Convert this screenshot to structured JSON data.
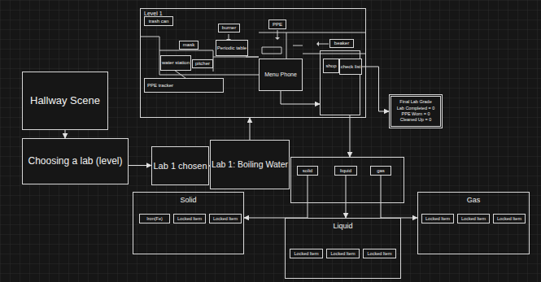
{
  "diagram": {
    "nodes": [
      {
        "text": [
          "Hallway Scene"
        ]
      },
      {
        "text": [
          "Choosing a lab (level)"
        ]
      },
      {
        "text": [
          "Lab 1 chosen"
        ]
      },
      {
        "text": [
          "Lab 1: Boiling Water"
        ]
      },
      {
        "text": [
          "Level 1"
        ]
      },
      {
        "text": [
          "trash can"
        ],
        "in": 4
      },
      {
        "text": [
          "mask"
        ],
        "in": 4
      },
      {
        "text": [
          "pitcher"
        ],
        "in": 4
      },
      {
        "text": [
          "water station"
        ],
        "in": 4
      },
      {
        "text": [
          "PPE tracker"
        ],
        "in": 4
      },
      {
        "text": [
          "burner"
        ],
        "in": 4
      },
      {
        "text": [
          "Periodic table"
        ],
        "in": 4
      },
      {
        "text": [
          "PPE"
        ],
        "in": 4
      },
      {
        "text": [
          "beaker"
        ],
        "in": 4
      },
      {
        "text": [
          "Menu Phone"
        ],
        "in": 4
      },
      {
        "text": [],
        "in": 4
      },
      {
        "text": [
          "shop"
        ],
        "in": 15
      },
      {
        "text": [
          "check list"
        ],
        "in": 15
      },
      {
        "text": [
          "Final Lab Grade",
          "Lab Completed = 0",
          "PPE Worn = 0",
          "Cleaned Up = 0"
        ]
      },
      {
        "text": []
      },
      {
        "text": [
          "solid"
        ],
        "in": 19
      },
      {
        "text": [
          "liquid"
        ],
        "in": 19
      },
      {
        "text": [
          "gas"
        ],
        "in": 19
      },
      {
        "text": [
          "Solid"
        ]
      },
      {
        "text": [
          "Iron(Fe)"
        ],
        "in": 23
      },
      {
        "text": [
          "Locked Item"
        ],
        "in": 23
      },
      {
        "text": [
          "Locked Item"
        ],
        "in": 23
      },
      {
        "text": [
          "Liquid"
        ]
      },
      {
        "text": [
          "Locked Item"
        ],
        "in": 27
      },
      {
        "text": [
          "Locked Item"
        ],
        "in": 27
      },
      {
        "text": [
          "Locked Item"
        ],
        "in": 27
      },
      {
        "text": [
          "Gas"
        ]
      },
      {
        "text": [
          "Locked Item"
        ],
        "in": 31
      },
      {
        "text": [
          "Locked Item"
        ],
        "in": 31
      },
      {
        "text": [
          "Locked Item"
        ],
        "in": 31
      }
    ],
    "edges": [
      {
        "from": 0,
        "to": 1,
        "arrow": "to"
      },
      {
        "from": 1,
        "to": 2,
        "arrow": "to"
      },
      {
        "from": 2,
        "to": 3,
        "arrow": "to"
      },
      {
        "from": 3,
        "to": 4,
        "arrow": "to"
      },
      {
        "from": 14,
        "to": 15,
        "arrow": "to"
      },
      {
        "from": 17,
        "to": 18,
        "arrow": "to"
      },
      {
        "from": 15,
        "to": 19,
        "arrow": "to"
      },
      {
        "from": 20,
        "to": 23,
        "arrow": "to"
      },
      {
        "from": 21,
        "to": 27,
        "arrow": "to"
      },
      {
        "from": 22,
        "to": 31,
        "arrow": "to"
      }
    ]
  }
}
